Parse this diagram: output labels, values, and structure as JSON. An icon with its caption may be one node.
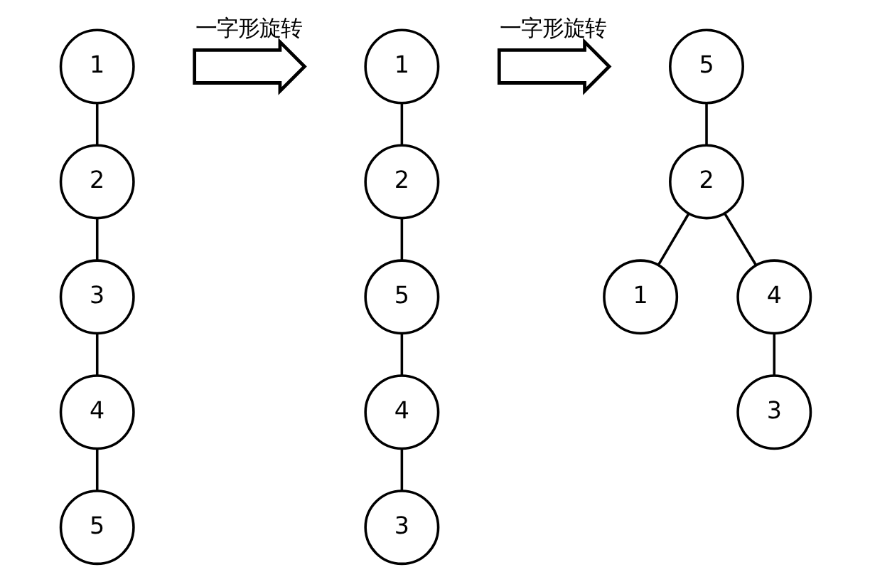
{
  "diagram": {
    "nodes": [
      {
        "text": [
          "1"
        ]
      },
      {
        "text": [
          "2"
        ]
      },
      {
        "text": [
          "3"
        ]
      },
      {
        "text": [
          "4"
        ]
      },
      {
        "text": [
          "5"
        ]
      },
      {
        "text": [
          "1"
        ]
      },
      {
        "text": [
          "2"
        ]
      },
      {
        "text": [
          "5"
        ]
      },
      {
        "text": [
          "4"
        ]
      },
      {
        "text": [
          "3"
        ]
      },
      {
        "text": [
          "5"
        ]
      },
      {
        "text": [
          "2"
        ]
      },
      {
        "text": [
          "1"
        ]
      },
      {
        "text": [
          "4"
        ]
      },
      {
        "text": [
          "3"
        ]
      }
    ],
    "edges": [
      {
        "from": 0,
        "to": 1,
        "arrow": "none"
      },
      {
        "from": 1,
        "to": 2,
        "arrow": "none"
      },
      {
        "from": 2,
        "to": 3,
        "arrow": "none"
      },
      {
        "from": 3,
        "to": 4,
        "arrow": "none"
      },
      {
        "from": 5,
        "to": 6,
        "arrow": "none"
      },
      {
        "from": 6,
        "to": 7,
        "arrow": "none"
      },
      {
        "from": 7,
        "to": 8,
        "arrow": "none"
      },
      {
        "from": 8,
        "to": 9,
        "arrow": "none"
      },
      {
        "from": 10,
        "to": 11,
        "arrow": "none"
      },
      {
        "from": 11,
        "to": 12,
        "arrow": "none"
      },
      {
        "from": 11,
        "to": 13,
        "arrow": "none"
      },
      {
        "from": 13,
        "to": 14,
        "arrow": "none"
      }
    ],
    "labels": [
      "一字形旋转",
      "一字形旋转"
    ]
  }
}
